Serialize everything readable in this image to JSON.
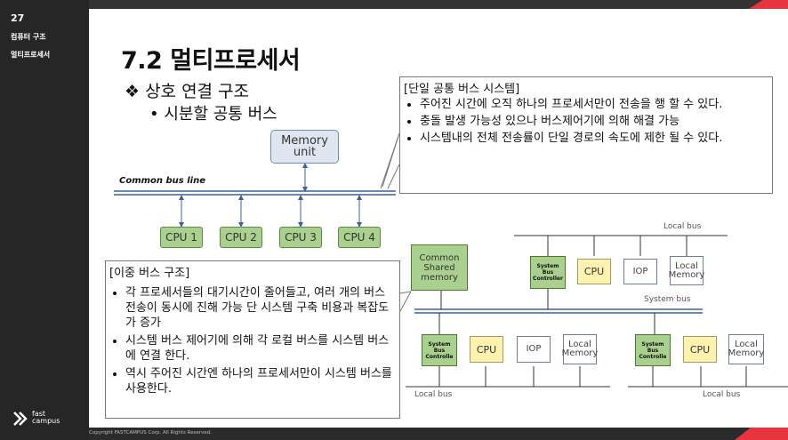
{
  "sidebar": {
    "chapter_number": "27",
    "chapter_title": "컴퓨터 구조",
    "section_title": "멀티프로세서"
  },
  "brand": {
    "logo_text_1": "fast",
    "logo_text_2": "campus"
  },
  "footer": {
    "copyright": "Copyright FASTCAMPUS Corp. All Rights Reserved."
  },
  "slide": {
    "title": "7.2 멀티프로세서",
    "bullet_level1": "❖ 상호 연결 구조",
    "bullet_level2": "•  시분할 공통 버스"
  },
  "single_bus_box": {
    "header": "[단일 공통 버스 시스템]",
    "items": [
      "주어진 시간에 오직 하나의 프로세서만이 전송을 행 할 수 있다.",
      "충돌 발생 가능성 있으나 버스제어기에 의해 해결 가능",
      "시스템내의 전체 전송률이 단일 경로의 속도에 제한 될 수 있다."
    ]
  },
  "dual_bus_box": {
    "header": "[이중 버스 구조]",
    "items": [
      "각 프로세서들의 대기시간이 줄어들고, 여러 개의 버스 전송이 동시에 진해 가능 단 시스템 구축 비용과 복잡도가 증가",
      "시스템 버스 제어기에 의해 각 로컬 버스를 시스템 버스에 연결 한다.",
      "역시 주어진 시간엔 하나의 프로세서만이 시스템 버스를 사용한다."
    ]
  },
  "common_bus_diagram": {
    "bus_label": "Common bus line",
    "memory_unit": "Memory unit",
    "cpus": [
      "CPU 1",
      "CPU 2",
      "CPU 3",
      "CPU 4"
    ]
  },
  "dual_bus_diagram": {
    "common_memory": "Common Shared memory",
    "system_bus_label": "System bus",
    "local_bus_label": "Local bus",
    "system_bus_controller": "System Bus Controller",
    "system_bus_controller_short": "System Bus Controlle",
    "cpu": "CPU",
    "iop": "IOP",
    "local_memory": "Local Memory"
  },
  "colors": {
    "accent_red": "#e8343f",
    "cpu_green": "#a9d08e",
    "memory_blue": "#dfe6f0",
    "cpu_yellow": "#fff2b0",
    "bus_blue": "#3f5f9a"
  }
}
